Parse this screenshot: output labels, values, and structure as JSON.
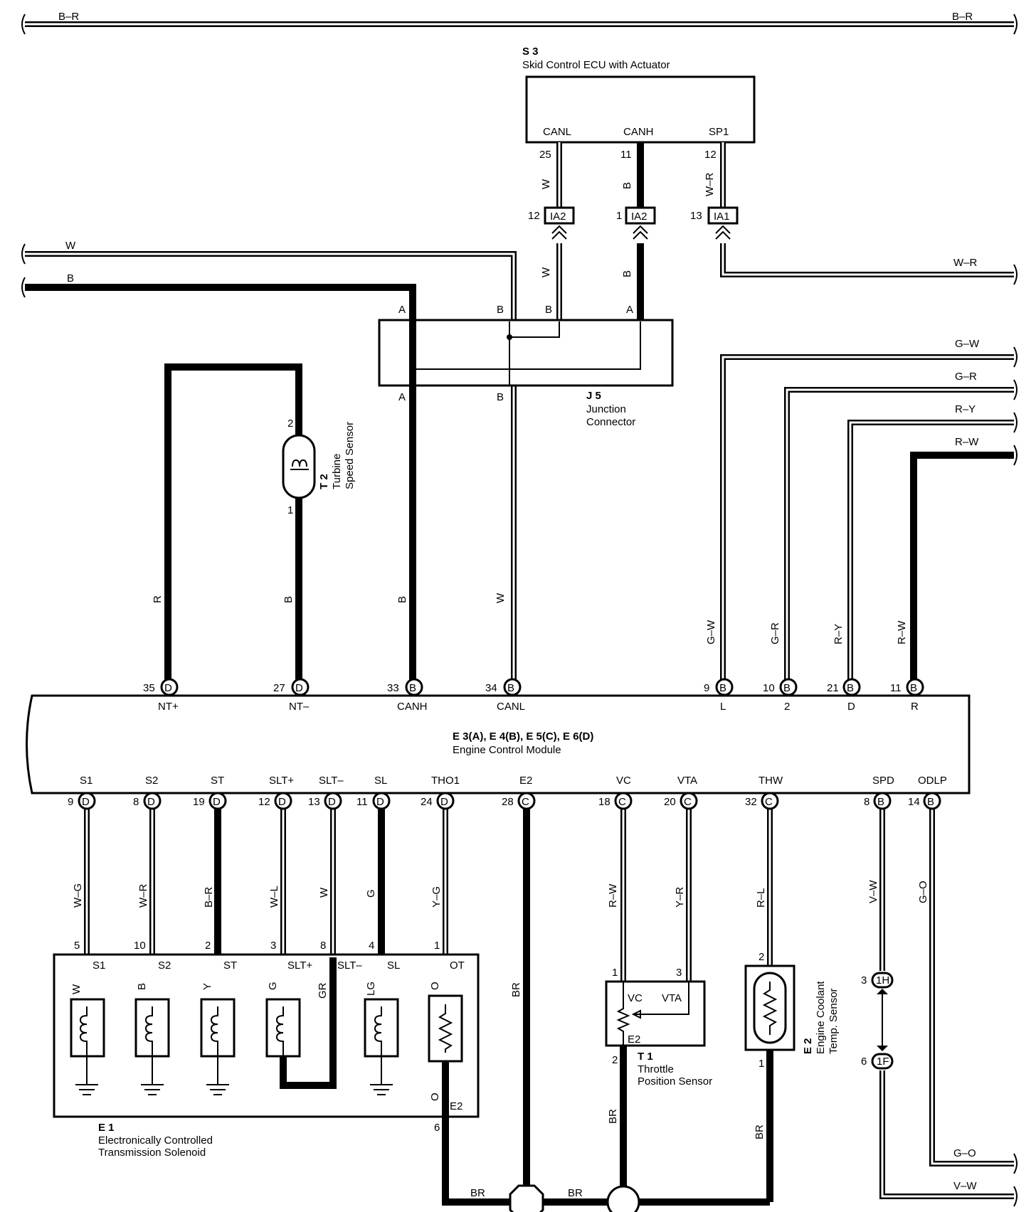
{
  "top_bus": {
    "left_label": "B–R",
    "right_label": "B–R"
  },
  "s3": {
    "ref": "S 3",
    "name": "Skid Control ECU with Actuator",
    "terminals": [
      {
        "name": "CANL",
        "pin": "25",
        "wire": "W",
        "conn_pin": "12",
        "conn": "IA2"
      },
      {
        "name": "CANH",
        "pin": "11",
        "wire": "B",
        "conn_pin": "1",
        "conn": "IA2"
      },
      {
        "name": "SP1",
        "pin": "12",
        "wire": "W–R",
        "conn_pin": "13",
        "conn": "IA1"
      }
    ],
    "below_conn_wires": [
      "W",
      "B"
    ],
    "sp1_out_label": "W–R"
  },
  "left_bus": {
    "w_label": "W",
    "b_label": "B"
  },
  "j5": {
    "ref": "J 5",
    "name1": "Junction",
    "name2": "Connector",
    "top_pins": [
      "A",
      "B",
      "B",
      "A"
    ],
    "bottom_pins": [
      "A",
      "B"
    ]
  },
  "t2": {
    "ref": "T 2",
    "name1": "Turbine",
    "name2": "Speed Sensor",
    "pin_top": "2",
    "pin_bottom": "1"
  },
  "right_wires": {
    "labels": [
      "G–W",
      "G–R",
      "R–Y",
      "R–W"
    ],
    "vertical_labels": [
      "G–W",
      "G–R",
      "R–Y",
      "R–W"
    ]
  },
  "ecm": {
    "ref": "E 3(A), E 4(B), E 5(C), E 6(D)",
    "name": "Engine Control Module",
    "top_terminals": [
      {
        "pin": "35",
        "conn": "D",
        "name": "NT+",
        "wire": "R"
      },
      {
        "pin": "27",
        "conn": "D",
        "name": "NT–",
        "wire": "B"
      },
      {
        "pin": "33",
        "conn": "B",
        "name": "CANH",
        "wire": "B"
      },
      {
        "pin": "34",
        "conn": "B",
        "name": "CANL",
        "wire": "W"
      },
      {
        "pin": "9",
        "conn": "B",
        "name": "L"
      },
      {
        "pin": "10",
        "conn": "B",
        "name": "2"
      },
      {
        "pin": "21",
        "conn": "B",
        "name": "D"
      },
      {
        "pin": "11",
        "conn": "B",
        "name": "R"
      }
    ],
    "bottom_terminals": [
      {
        "pin": "9",
        "conn": "D",
        "name": "S1",
        "wire": "W–G"
      },
      {
        "pin": "8",
        "conn": "D",
        "name": "S2",
        "wire": "W–R"
      },
      {
        "pin": "19",
        "conn": "D",
        "name": "ST",
        "wire": "B–R"
      },
      {
        "pin": "12",
        "conn": "D",
        "name": "SLT+",
        "wire": "W–L"
      },
      {
        "pin": "13",
        "conn": "D",
        "name": "SLT–",
        "wire": "W"
      },
      {
        "pin": "11",
        "conn": "D",
        "name": "SL",
        "wire": "G"
      },
      {
        "pin": "24",
        "conn": "D",
        "name": "THO1",
        "wire": "Y–G"
      },
      {
        "pin": "28",
        "conn": "C",
        "name": "E2",
        "wire": "BR"
      },
      {
        "pin": "18",
        "conn": "C",
        "name": "VC",
        "wire": "R–W"
      },
      {
        "pin": "20",
        "conn": "C",
        "name": "VTA",
        "wire": "Y–R"
      },
      {
        "pin": "32",
        "conn": "C",
        "name": "THW",
        "wire": "R–L"
      },
      {
        "pin": "8",
        "conn": "B",
        "name": "SPD",
        "wire": "V–W"
      },
      {
        "pin": "14",
        "conn": "B",
        "name": "ODLP",
        "wire": "G–O"
      }
    ]
  },
  "e1": {
    "ref": "E 1",
    "name1": "Electronically Controlled",
    "name2": "Transmission Solenoid",
    "pins": [
      "5",
      "10",
      "2",
      "3",
      "8",
      "4",
      "1"
    ],
    "terminal_names": [
      "S1",
      "S2",
      "ST",
      "SLT+",
      "SLT–",
      "SL",
      "OT"
    ],
    "inner_wires": [
      "W",
      "B",
      "Y",
      "G",
      "GR",
      "LG",
      "O"
    ],
    "e2_pin": "6",
    "e2_wire": "O",
    "e2_name": "E2"
  },
  "t1": {
    "ref": "T 1",
    "name1": "Throttle",
    "name2": "Position Sensor",
    "pin_vc": "1",
    "pin_vta": "3",
    "pin_e2": "2",
    "vc": "VC",
    "vta": "VTA",
    "e2": "E2"
  },
  "e2_sensor": {
    "ref": "E 2",
    "name1": "Engine Coolant",
    "name2": "Temp. Sensor",
    "pin_top": "2",
    "pin_bottom": "1"
  },
  "spd_conn": {
    "pin1": "3",
    "conn1": "1H",
    "pin2": "6",
    "conn2": "1F"
  },
  "ground_bus": {
    "e2_wire": "BR",
    "seg1": "BR",
    "seg2": "BR",
    "t1_wire": "BR",
    "e2s_wire": "BR"
  },
  "bottom_right": {
    "go_label": "G–O",
    "vw_label": "V–W"
  }
}
